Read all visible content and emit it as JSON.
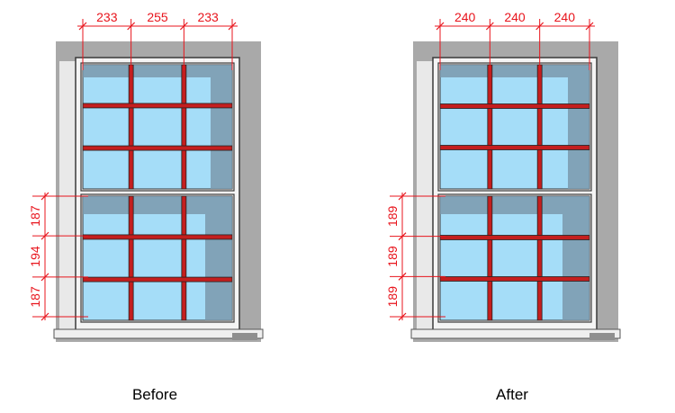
{
  "colors": {
    "wall": "#a9a9a9",
    "reveal": "#e9e9e9",
    "frame": "#f4f4f4",
    "frame_stroke": "#3a3a3a",
    "glass": "#a5ddf8",
    "shadow": "#7a99ad",
    "muntin": "#c41e1e",
    "dimension": "#e8141c",
    "sill": "#efefef"
  },
  "panels": [
    {
      "caption": "Before",
      "column_widths": [
        233,
        255,
        233
      ],
      "row_heights": [
        187,
        194,
        187
      ],
      "column_labels": [
        "233",
        "255",
        "233"
      ],
      "row_labels": [
        "187",
        "194",
        "187"
      ]
    },
    {
      "caption": "After",
      "column_widths": [
        240,
        240,
        240
      ],
      "row_heights": [
        189,
        189,
        189
      ],
      "column_labels": [
        "240",
        "240",
        "240"
      ],
      "row_labels": [
        "189",
        "189",
        "189"
      ]
    }
  ]
}
